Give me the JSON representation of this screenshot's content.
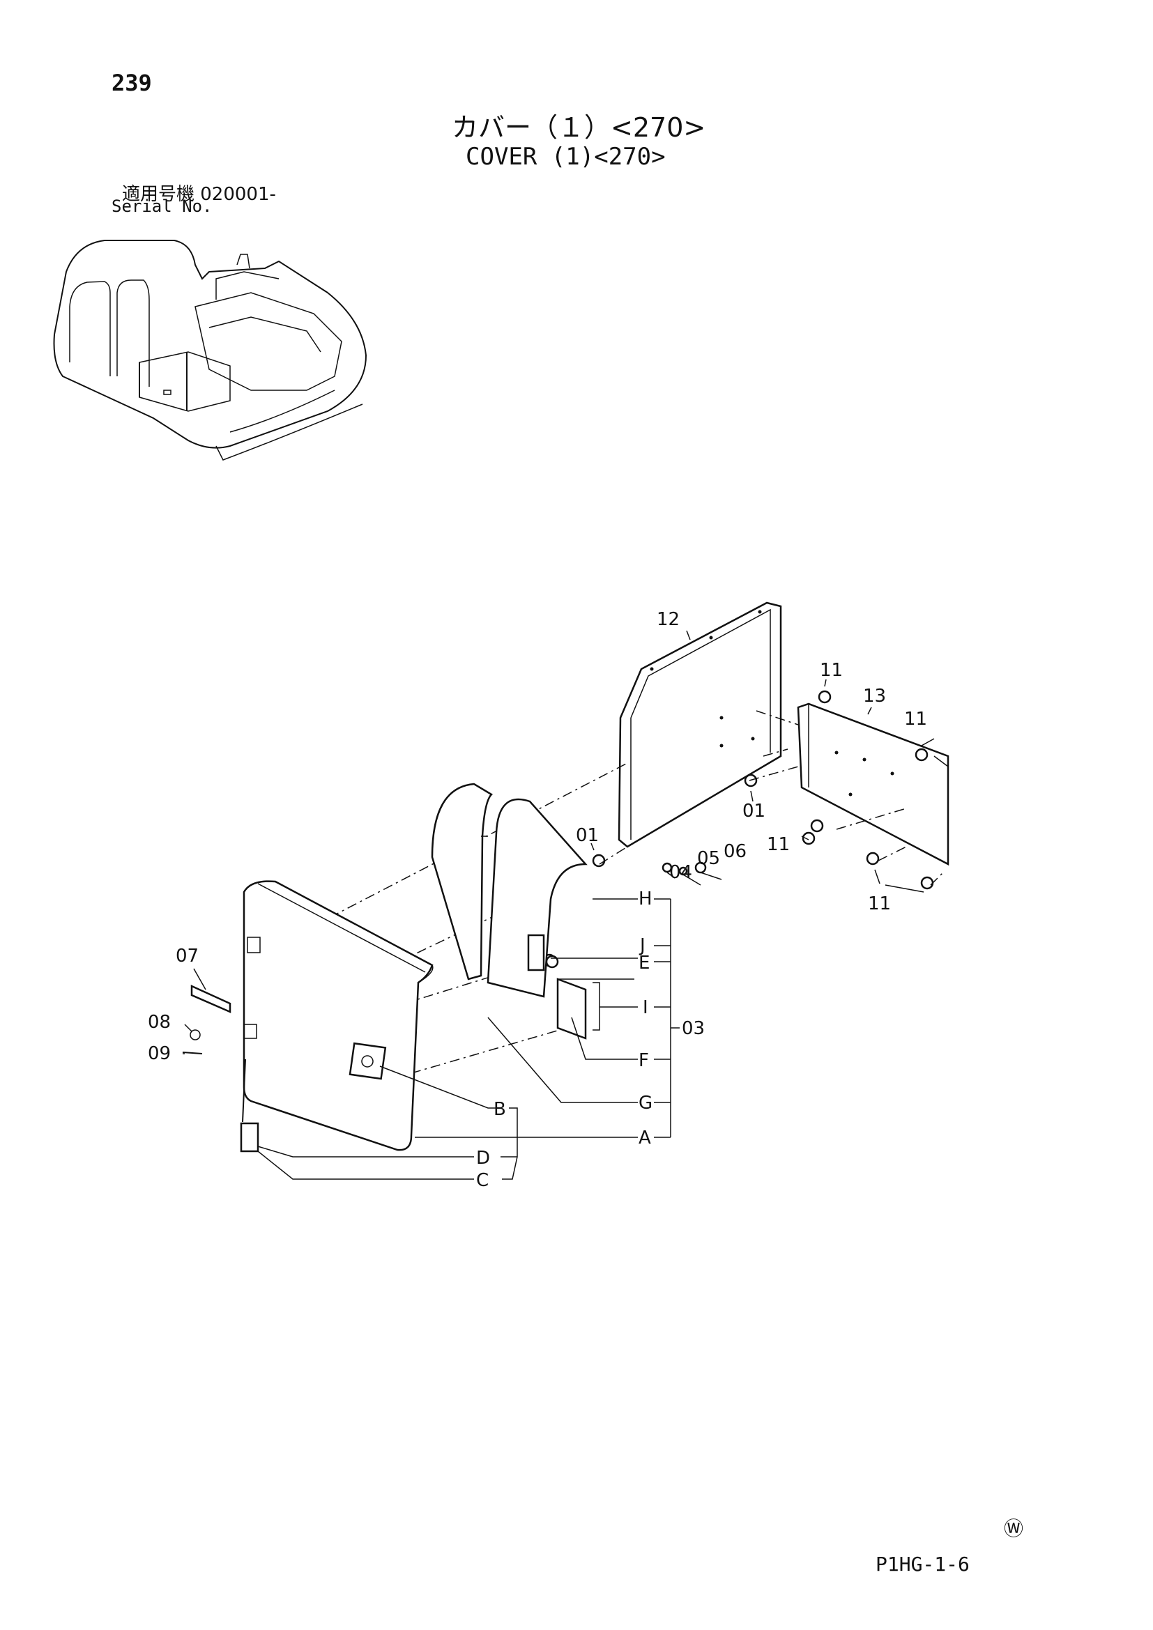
{
  "header": {
    "page_number": "239",
    "title_jp": "カバー（１）<270>",
    "title_en": "COVER (1)<270>",
    "serial_label_jp": "適用号機  020001-",
    "serial_label_en": "Serial No."
  },
  "footer": {
    "w_mark": "Ⓦ",
    "page_code": "P1HG-1-6"
  },
  "callouts": {
    "p01a": "01",
    "p01b": "01",
    "p03": "03",
    "p04": "04",
    "p05": "05",
    "p06": "06",
    "p07": "07",
    "p08": "08",
    "p09": "09",
    "p11a": "11",
    "p11b": "11",
    "p11c": "11",
    "p11d": "11",
    "p12": "12",
    "p13": "13",
    "A": "A",
    "B": "B",
    "C": "C",
    "D": "D",
    "E": "E",
    "F": "F",
    "G": "G",
    "H": "H",
    "I": "I",
    "J": "J"
  }
}
